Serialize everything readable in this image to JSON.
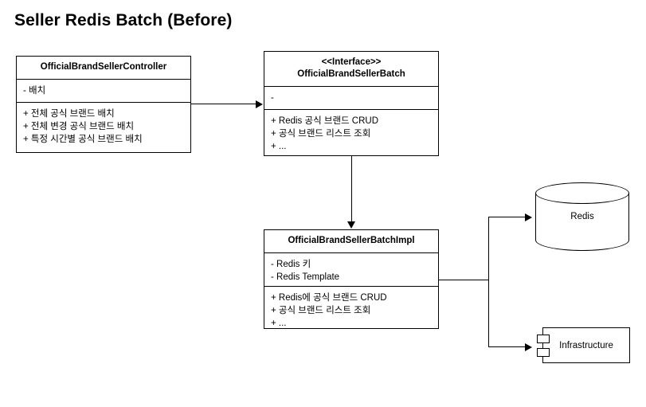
{
  "title": "Seller Redis Batch (Before)",
  "diagram": {
    "type": "uml-class-diagram",
    "classes": [
      {
        "id": "controller",
        "stereotype": "",
        "name": "OfficialBrandSellerController",
        "attributes": [
          "- 배치"
        ],
        "operations": [
          "+ 전체 공식 브랜드 배치",
          "+ 전체 변경 공식 브랜드 배치",
          "+ 특정 시간별 공식 브랜드 배치"
        ]
      },
      {
        "id": "interface",
        "stereotype": "<<Interface>>",
        "name": "OfficialBrandSellerBatch",
        "attributes": [
          "-"
        ],
        "operations": [
          "+ Redis 공식 브랜드 CRUD",
          "+ 공식 브랜드 리스트 조회",
          "+ ..."
        ]
      },
      {
        "id": "impl",
        "stereotype": "",
        "name": "OfficialBrandSellerBatchImpl",
        "attributes": [
          "- Redis 키",
          "- Redis Template"
        ],
        "operations": [
          "+ Redis에 공식 브랜드 CRUD",
          "+ 공식 브랜드 리스트 조회",
          "+ ..."
        ]
      }
    ],
    "nodes": [
      {
        "id": "redis",
        "shape": "cylinder",
        "label": "Redis"
      },
      {
        "id": "infrastructure",
        "shape": "component",
        "label": "Infrastructure"
      }
    ],
    "colors": {
      "stroke": "#000000",
      "fill": "#ffffff",
      "text": "#000000"
    }
  }
}
